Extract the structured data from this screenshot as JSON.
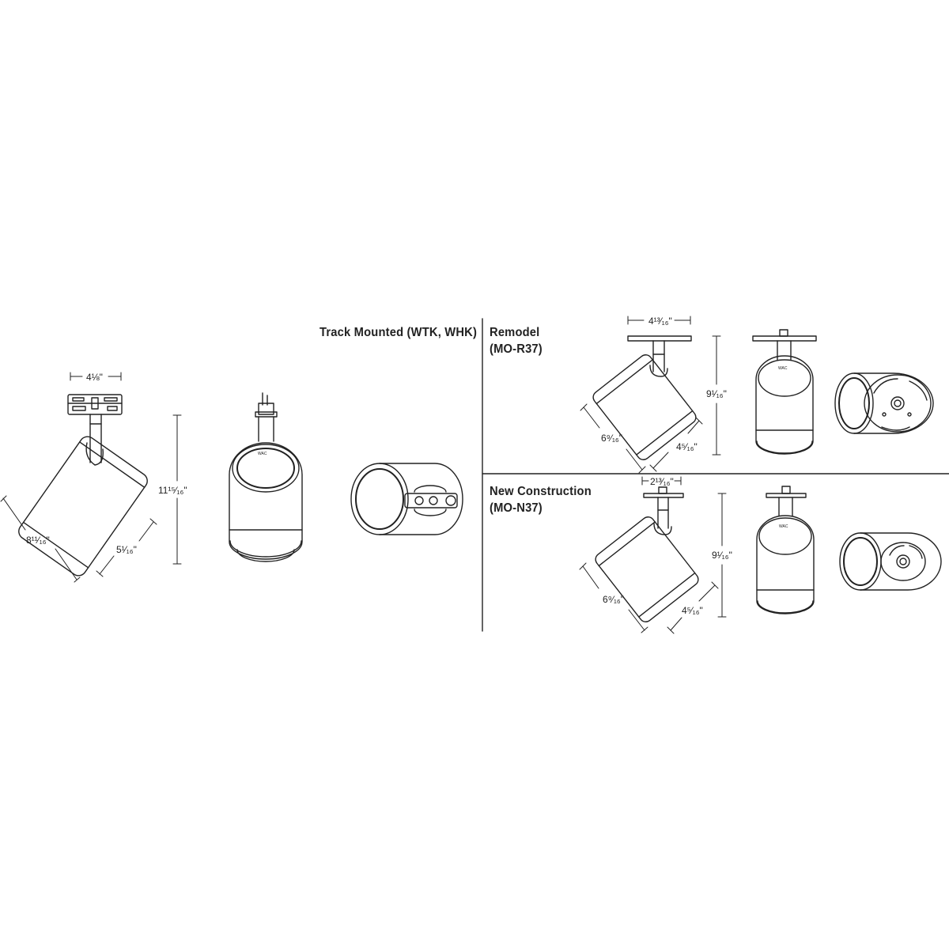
{
  "sections": {
    "track": {
      "title": "Track Mounted (WTK, WHK)"
    },
    "remodel": {
      "title": "Remodel",
      "code": "(MO-R37)"
    },
    "new_construction": {
      "title": "New Construction",
      "code": "(MO-N37)"
    }
  },
  "dimensions": {
    "track_mount_width": "4⅛\"",
    "track_height": "11¹⁵⁄₁₆\"",
    "track_length": "8¹¹⁄₁₆\"",
    "track_diameter": "5¹⁄₁₆\"",
    "remodel_canopy_width": "4¹³⁄₁₆\"",
    "remodel_height": "9¹⁄₁₆\"",
    "remodel_length": "6⁹⁄₁₆\"",
    "remodel_diameter": "4⁵⁄₁₆\"",
    "nc_canopy_width": "2¹³⁄₁₆\"",
    "nc_height": "9¹⁄₁₆\"",
    "nc_length": "6⁹⁄₁₆\"",
    "nc_diameter": "4⁵⁄₁₆\""
  },
  "colors": {
    "line": "#222222",
    "background": "#ffffff"
  }
}
